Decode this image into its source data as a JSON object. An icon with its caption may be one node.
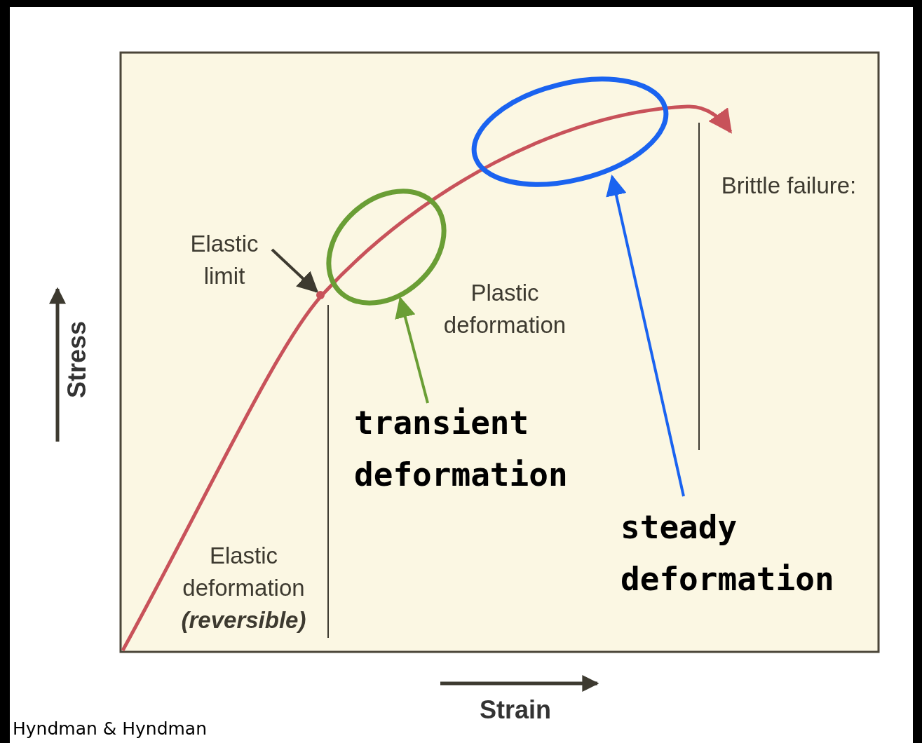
{
  "diagram": {
    "nodes": [
      {
        "text": [
          "transient deformation"
        ]
      },
      {
        "text": [],
        "shape": "ellipse"
      },
      {
        "text": [
          "steady deformation"
        ]
      },
      {
        "text": [],
        "shape": "ellipse"
      },
      {
        "text": [
          "Elastic limit"
        ]
      },
      {
        "text": [],
        "shape": "point"
      }
    ],
    "edges": [
      {
        "from": 0,
        "to": 1,
        "arrow": "to",
        "color": "#6a9e35"
      },
      {
        "from": 2,
        "to": 3,
        "arrow": "to",
        "color": "#1a63f0"
      },
      {
        "from": 4,
        "to": 5,
        "arrow": "to",
        "color": "#3d3a30"
      }
    ],
    "labels": [
      "Plastic deformation",
      "Brittle failure:",
      "Elastic deformation *(reversible)*",
      "Stress",
      "Strain",
      "Hyndman & Hyndman"
    ]
  }
}
